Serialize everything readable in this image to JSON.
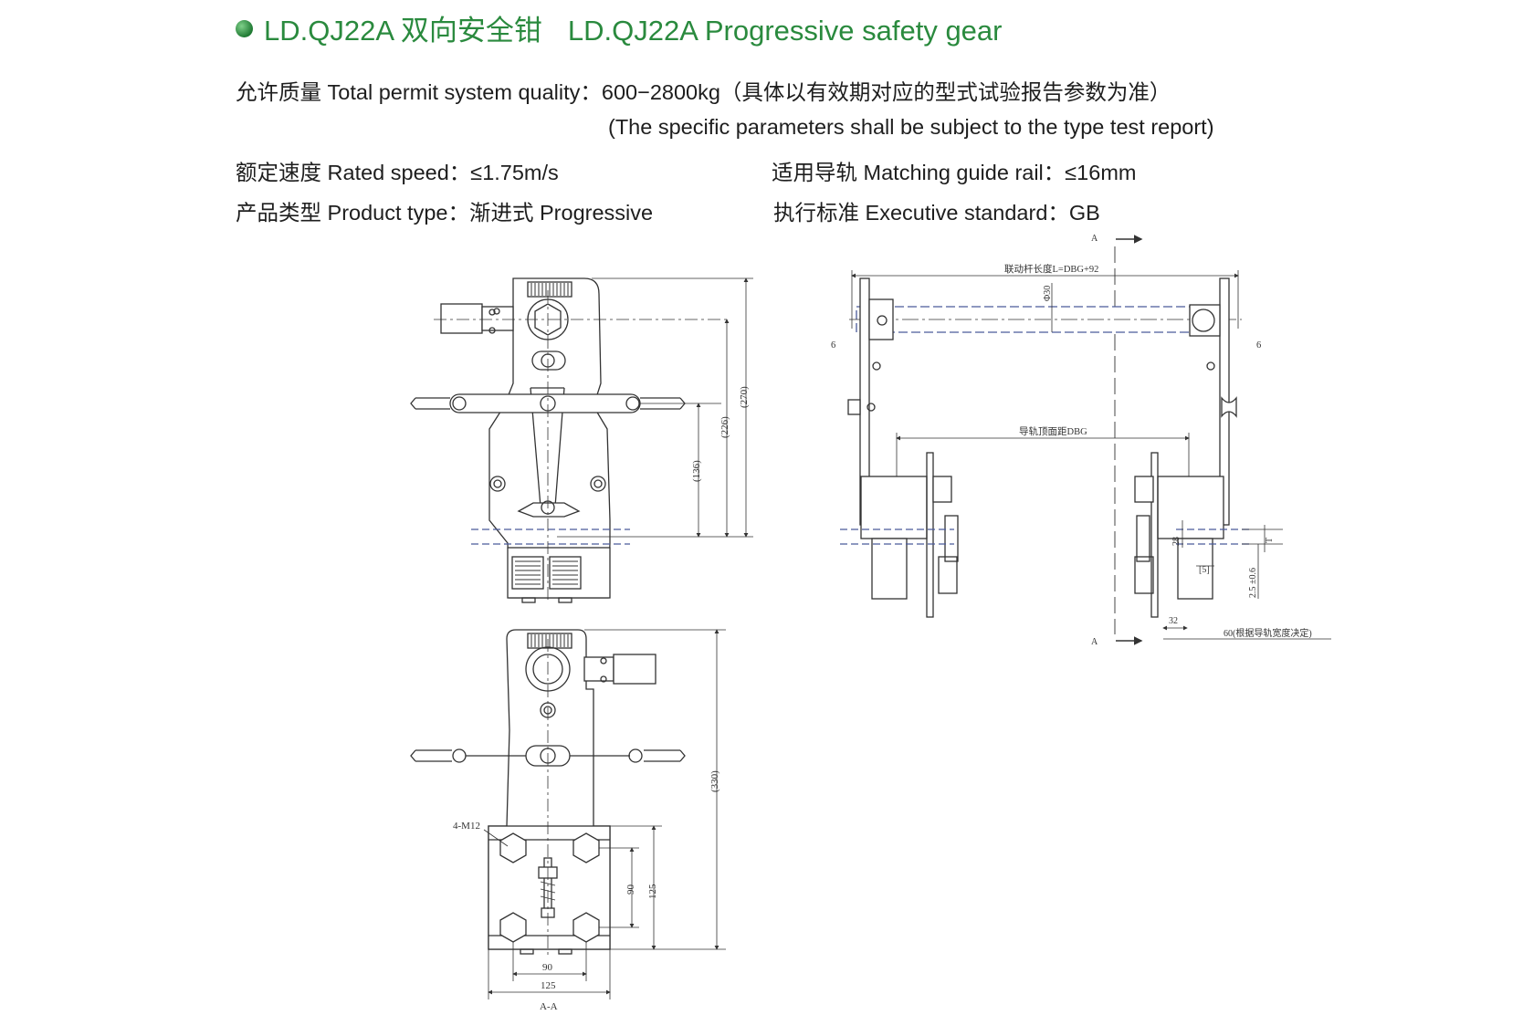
{
  "header": {
    "title_cn": "LD.QJ22A 双向安全钳",
    "title_en": "LD.QJ22A Progressive safety gear",
    "bullet_color": "#2a8a3e"
  },
  "specs": {
    "quality": "允许质量 Total permit system quality：600−2800kg（具体以有效期对应的型式试验报告参数为准）",
    "quality_note": "(The specific parameters shall be subject to the type test report)",
    "rated_speed": "额定速度 Rated speed：≤1.75m/s",
    "guide_rail": "适用导轨 Matching guide rail：≤16mm",
    "product_type": "产品类型 Product type：渐进式 Progressive",
    "standard": "执行标准 Executive standard：GB"
  },
  "drawing": {
    "front_view": {
      "dim_270": "(270)",
      "dim_226": "(226)",
      "dim_136": "(136)"
    },
    "side_view": {
      "section_top": "A",
      "section_bottom": "A",
      "linkage_length": "联动杆长度L=DBG+92",
      "shaft_dia": "Φ30",
      "offset_left": "6",
      "offset_right": "6",
      "rail_distance": "导轨顶面距DBG",
      "dim_28": "28",
      "dim_5": "[5]",
      "dim_t": "T",
      "dim_tol": "2.5 ±0.6",
      "dim_32": "32",
      "dim_60": "60(根据导轨宽度决定)"
    },
    "section_view": {
      "dim_330": "(330)",
      "bolt_label": "4-M12",
      "dim_90_v": "90",
      "dim_125_v": "125",
      "dim_90_h": "90",
      "dim_125_h": "125",
      "caption": "A-A"
    }
  }
}
